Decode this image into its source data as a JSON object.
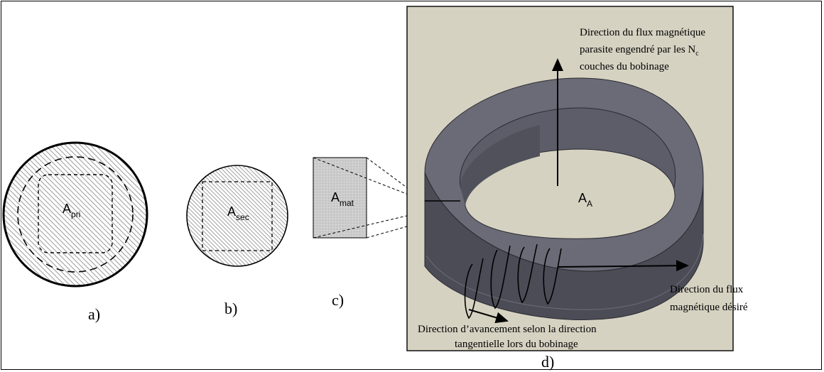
{
  "figure": {
    "a": {
      "caption": "a)",
      "area_label": "A",
      "area_subscript": "pri"
    },
    "b": {
      "caption": "b)",
      "area_label": "A",
      "area_subscript": "sec"
    },
    "c": {
      "caption": "c)",
      "area_label": "A",
      "area_subscript": "mat"
    },
    "d": {
      "caption": "d)",
      "core_area_label": "A",
      "core_area_subscript": "A",
      "parasitic_flux_line1": "Direction du flux magnétique",
      "parasitic_flux_line2": "parasite engendré par les N",
      "parasitic_flux_subscript": "c",
      "parasitic_flux_line3": "couches du bobinage",
      "desired_flux_line1": "Direction du flux",
      "desired_flux_line2": "magnétique désiré",
      "winding_dir_line1": "Direction d’avancement selon la direction",
      "winding_dir_line2": "tangentielle lors du bobinage"
    }
  },
  "colors": {
    "panel_background": "#d6d2c2",
    "core_top": "#6b6c78",
    "core_side": "#4a4b55",
    "hatch": "#9a9a9a",
    "grid_fill": "#c8c8c8"
  }
}
